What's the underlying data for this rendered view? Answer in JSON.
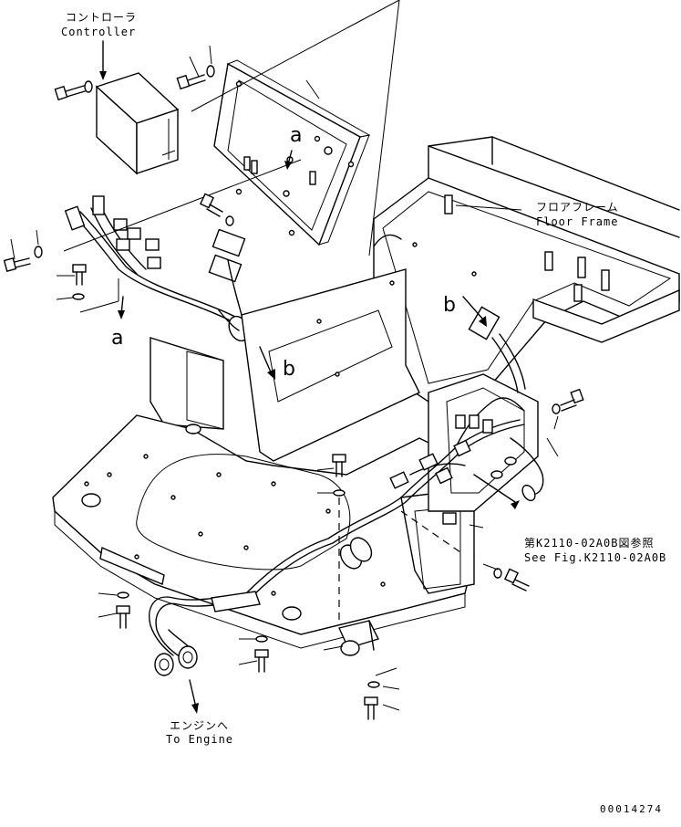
{
  "labels": {
    "controller_jp": "コントローラ",
    "controller_en": "Controller",
    "floor_frame_jp": "フロアフレーム",
    "floor_frame_en": "Floor Frame",
    "see_fig_jp": "第K2110-02A0B図参照",
    "see_fig_en": "See Fig.K2110-02A0B",
    "to_engine_jp": "エンジンへ",
    "to_engine_en": "To Engine",
    "callout_a_top": "a",
    "callout_a_left": "a",
    "callout_b_mid": "b",
    "callout_b_right": "b",
    "drawing_number": "00014274"
  }
}
